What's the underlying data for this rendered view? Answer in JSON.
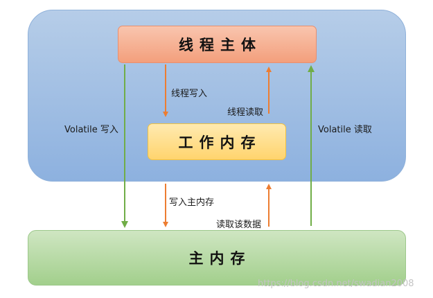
{
  "boxes": {
    "thread_body": "线程主体",
    "working_memory": "工作内存",
    "main_memory": "主内存"
  },
  "arrow_labels": {
    "thread_write": "线程写入",
    "thread_read": "线程读取",
    "volatile_write": "Volatile 写入",
    "volatile_read": "Volatile 读取",
    "write_main": "写入主内存",
    "read_data": "读取该数据"
  },
  "watermark": "https://blog.csdn.net/swadian2008",
  "colors": {
    "orange_arrow": "#ed7d31",
    "green_arrow": "#70ad47",
    "thread_container": "#9dbce3",
    "thread_body": "#f4a886",
    "working_memory": "#ffd771",
    "main_memory": "#b5d9a3"
  }
}
